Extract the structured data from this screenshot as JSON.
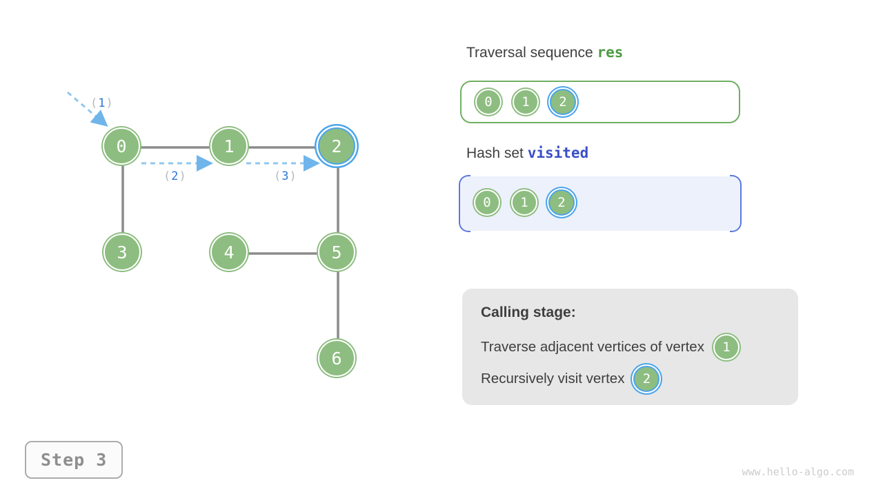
{
  "graph": {
    "nodes": [
      {
        "label": "0",
        "highlighted": false
      },
      {
        "label": "1",
        "highlighted": false
      },
      {
        "label": "2",
        "highlighted": true
      },
      {
        "label": "3",
        "highlighted": false
      },
      {
        "label": "4",
        "highlighted": false
      },
      {
        "label": "5",
        "highlighted": false
      },
      {
        "label": "6",
        "highlighted": false
      }
    ],
    "edges": [
      "0-1",
      "1-2",
      "0-3",
      "2-5",
      "4-5",
      "5-6"
    ],
    "arrow_labels": [
      {
        "open": "(",
        "num": "1",
        "close": ")"
      },
      {
        "open": "(",
        "num": "2",
        "close": ")"
      },
      {
        "open": "(",
        "num": "3",
        "close": ")"
      }
    ]
  },
  "panels": {
    "traversal": {
      "title": "Traversal sequence",
      "code": "res",
      "items": [
        {
          "label": "0",
          "highlighted": false
        },
        {
          "label": "1",
          "highlighted": false
        },
        {
          "label": "2",
          "highlighted": true
        }
      ]
    },
    "visited": {
      "title": "Hash set",
      "code": "visited",
      "items": [
        {
          "label": "0",
          "highlighted": false
        },
        {
          "label": "1",
          "highlighted": false
        },
        {
          "label": "2",
          "highlighted": true
        }
      ]
    }
  },
  "calling_stage": {
    "title": "Calling stage:",
    "line1": "Traverse adjacent vertices of vertex",
    "line1_node": "1",
    "line2": "Recursively visit vertex",
    "line2_node": "2"
  },
  "step_label": "Step 3",
  "watermark": "www.hello-algo.com",
  "colors": {
    "node_green": "#8dbd80",
    "highlight_blue": "#4ca5e9",
    "dashed_arrow_blue": "#90c7f0",
    "edge_gray": "#8b8b8b",
    "res_green": "#4d9a45",
    "visited_blue": "#3a4ec8",
    "visited_bg": "#edf1fb",
    "bracket_blue": "#5c79db",
    "calling_bg": "#e7e7e7"
  }
}
